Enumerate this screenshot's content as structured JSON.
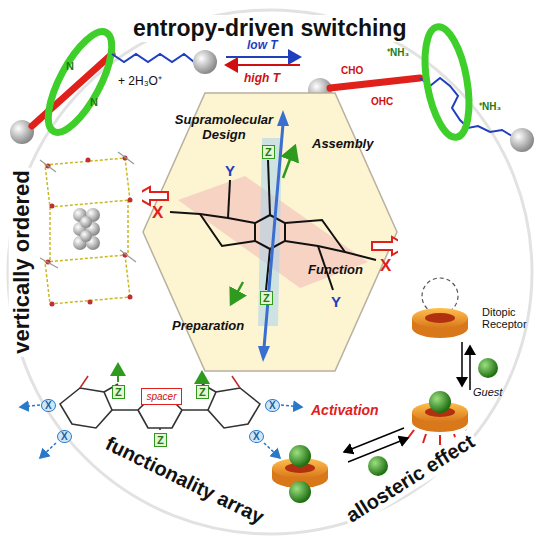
{
  "diagram": {
    "nodes": [
      {
        "text": [
          "Supramolecular Design",
          "Assembly",
          "Function",
          "Preparation"
        ]
      },
      {
        "text": [
          "spacer"
        ]
      }
    ],
    "labels": [
      "entropy-driven switching",
      "low T",
      "high T",
      "+ 2H₃O⁺",
      "N",
      "N",
      "CHO",
      "OHC",
      "⁺NH₃",
      "⁺NH₃",
      "X",
      "X",
      "Y",
      "Y",
      "Z",
      "Z",
      "vertically ordered",
      "functionality array",
      "allosteric effect",
      "Ditopic Receptor",
      "Guest",
      "Activation",
      "Z",
      "Z",
      "Z",
      "X",
      "X",
      "X",
      "X"
    ]
  }
}
